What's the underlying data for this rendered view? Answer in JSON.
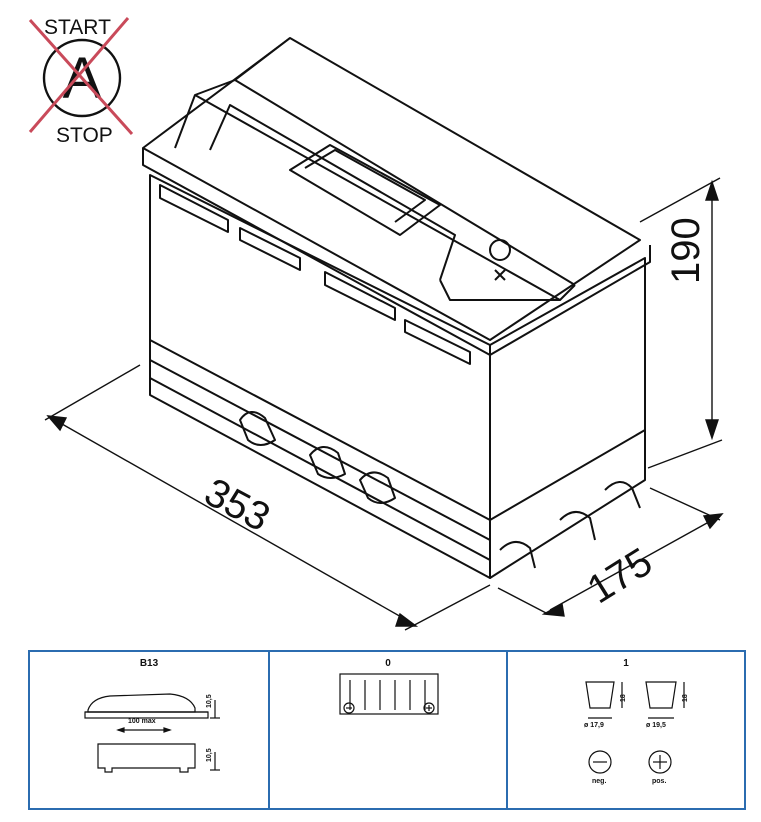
{
  "logo": {
    "start_label": "START",
    "letter": "A",
    "stop_label": "STOP",
    "cross_color": "#c94a5a"
  },
  "dimensions": {
    "height": "190",
    "length": "353",
    "width": "175"
  },
  "panels": {
    "b13": {
      "title": "B13",
      "ledge_height": "10,5",
      "max_width": "100 max",
      "ledge_height_bottom": "10,5"
    },
    "layout": {
      "title": "0"
    },
    "terminals": {
      "title": "1",
      "neg_height": "18",
      "pos_height": "18",
      "neg_diameter": "ø 17,9",
      "pos_diameter": "ø 19,5",
      "neg_label": "neg.",
      "pos_label": "pos."
    }
  },
  "colors": {
    "table_border": "#2b6cb0"
  }
}
